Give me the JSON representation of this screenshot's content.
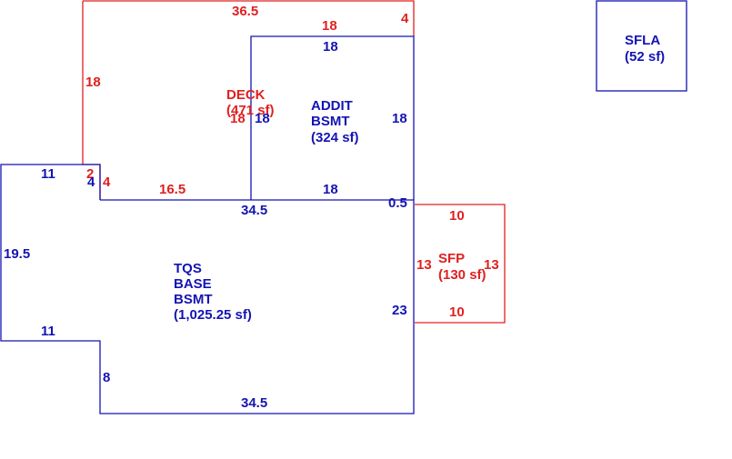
{
  "colors": {
    "red": "#e02020",
    "blue": "#1414b4"
  },
  "deck": {
    "name": "DECK",
    "area": "(471 sf)",
    "dims": {
      "top": "36.5",
      "inner_top": "18",
      "right": "4",
      "left": "18",
      "inner_right": "18",
      "step": "2",
      "step_b": "4",
      "bottom": "16.5"
    }
  },
  "addit": {
    "line1": "ADDIT",
    "line2": "BSMT",
    "area": "(324 sf)",
    "dims": {
      "top": "18",
      "left": "18",
      "right": "18",
      "bottom": "18"
    }
  },
  "base": {
    "line1": "TQS",
    "line2": "BASE",
    "line3": "BSMT",
    "area": "(1,025.25 sf)",
    "dims": {
      "top_left": "11",
      "step": "4",
      "top_mid": "34.5",
      "offset": "0.5",
      "left": "19.5",
      "step_bottom": "11",
      "right": "23",
      "notch": "8",
      "bottom": "34.5"
    }
  },
  "sfp": {
    "name": "SFP",
    "area": "(130 sf)",
    "dims": {
      "top": "10",
      "left": "13",
      "right": "13",
      "bottom": "10"
    }
  },
  "sfla": {
    "name": "SFLA",
    "area": "(52 sf)"
  }
}
